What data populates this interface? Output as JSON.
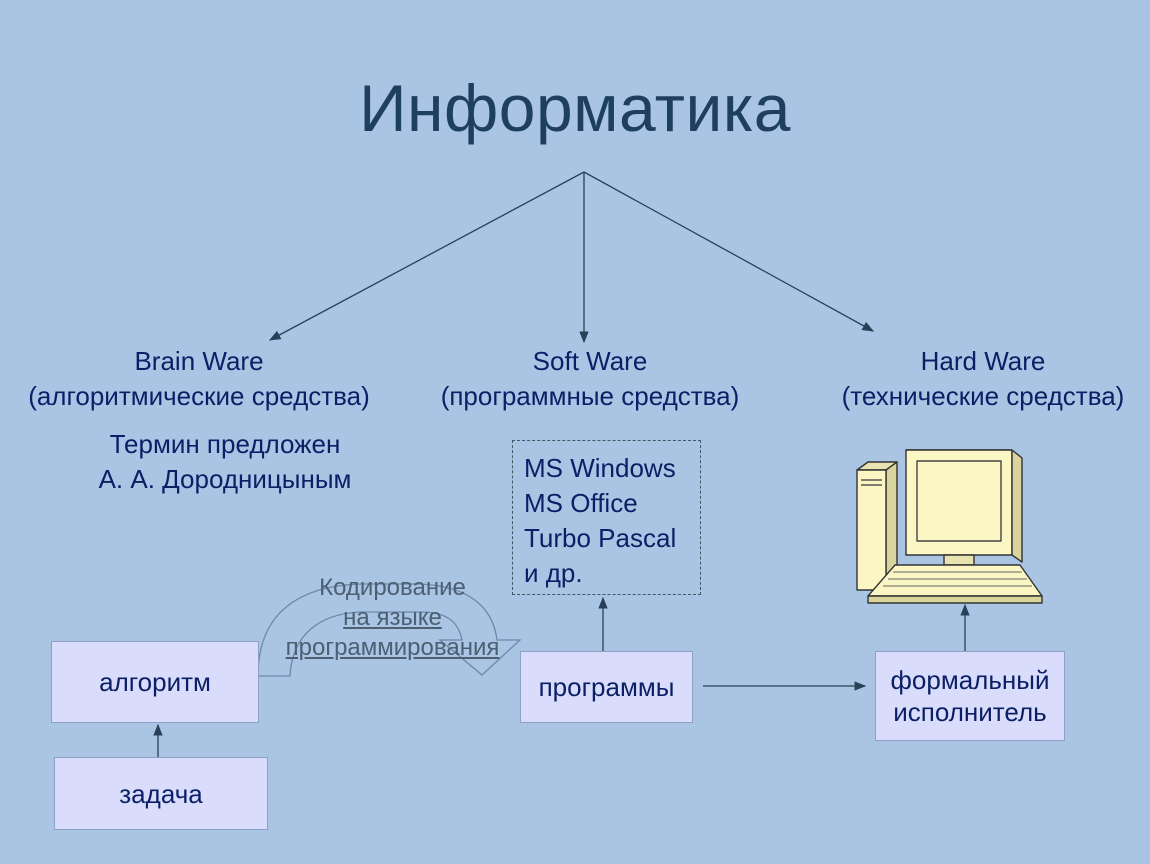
{
  "title": "Информатика",
  "branches": [
    {
      "name": "Brain Ware",
      "subtitle": "(алгоритмические средства)"
    },
    {
      "name": "Soft Ware",
      "subtitle": "(программные средства)"
    },
    {
      "name": "Hard Ware",
      "subtitle": "(технические средства)"
    }
  ],
  "brain_note": [
    "Термин предложен",
    "А. А. Дородницыным"
  ],
  "software_examples": [
    "MS Windows",
    "MS Office",
    "Turbo Pascal",
    "и др."
  ],
  "boxes": {
    "algorithm": "алгоритм",
    "task": "задача",
    "programs": "программы",
    "executor": [
      "формальный",
      "исполнитель"
    ]
  },
  "coding_label": [
    "Кодирование",
    "на языке",
    "программирования"
  ],
  "colors": {
    "background": "#a9c5e3",
    "box_fill": "#d9dcfb",
    "text": "#0b1f66",
    "title": "#1f3f5f",
    "computer": "#fbf6c4"
  },
  "icons": [
    "computer-icon",
    "curved-arrow-icon"
  ]
}
